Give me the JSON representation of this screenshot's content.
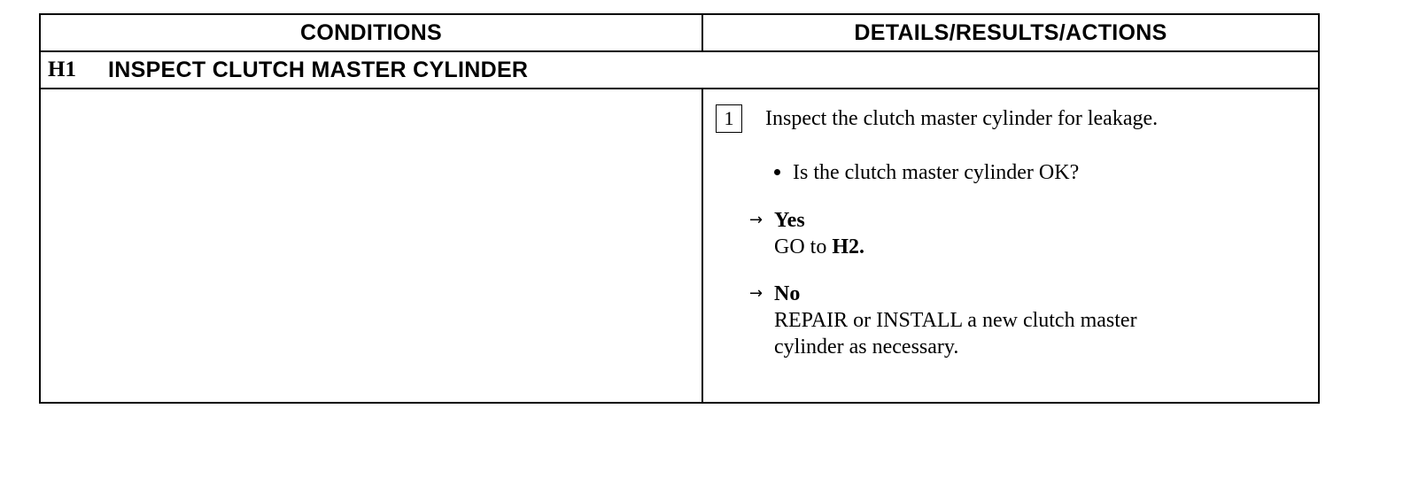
{
  "table": {
    "headers": {
      "conditions": "CONDITIONS",
      "details": "DETAILS/RESULTS/ACTIONS"
    },
    "step": {
      "id": "H1",
      "title": "INSPECT CLUTCH MASTER CYLINDER"
    },
    "action": {
      "number": "1",
      "instruction": "Inspect the clutch master cylinder for leakage.",
      "question": "Is the clutch master cylinder OK?",
      "arrow_glyph": "→",
      "yes": {
        "label": "Yes",
        "text_prefix": "GO to ",
        "target": "H2."
      },
      "no": {
        "label": "No",
        "line1": "REPAIR or INSTALL a new clutch master",
        "line2": "cylinder as necessary."
      }
    }
  }
}
